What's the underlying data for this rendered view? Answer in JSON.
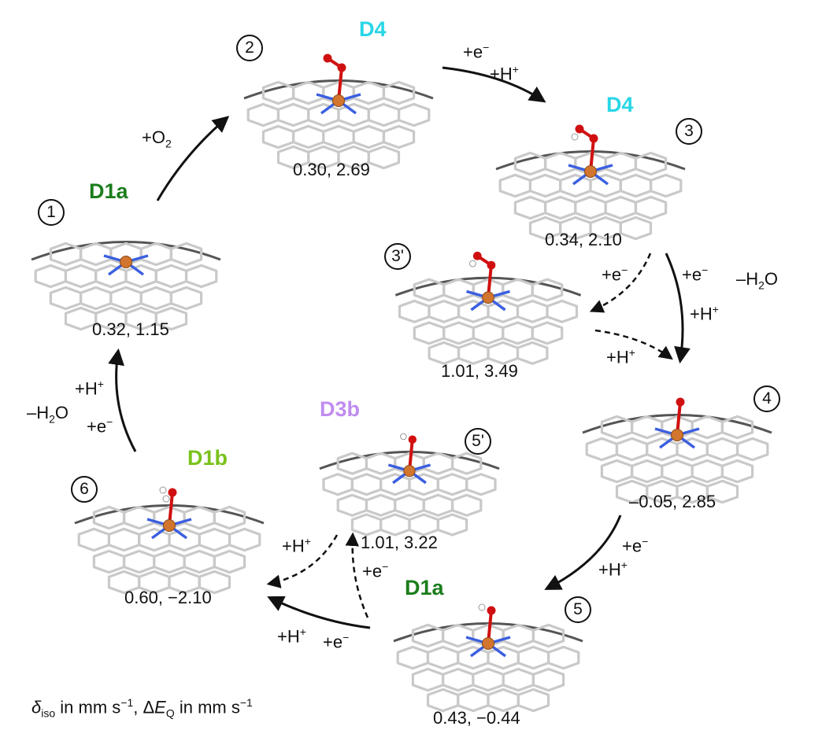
{
  "colors": {
    "iron": "#d2752e",
    "nitrogen": "#3b5fe0",
    "oxygen": "#d01010",
    "hydrogen": "#ffffff",
    "carbon_light": "#c9c9c9",
    "carbon_dark": "#555555",
    "D1a": "#1c7d1c",
    "D1b": "#7ac21c",
    "D4": "#29d6e6",
    "D3b": "#c08cf0"
  },
  "structures": {
    "s1": {
      "number": "1",
      "label": "D1a",
      "values": "0.32, 1.15",
      "ligand": "none"
    },
    "s2": {
      "number": "2",
      "label": "D4",
      "values": "0.30, 2.69",
      "ligand": "O2"
    },
    "s3": {
      "number": "3",
      "label": "D4",
      "values": "0.34, 2.10",
      "ligand": "OOH"
    },
    "s3p": {
      "number": "3'",
      "label": "",
      "values": "1.01, 3.49",
      "ligand": "OOH"
    },
    "s4": {
      "number": "4",
      "label": "",
      "values": "–0.05, 2.85",
      "ligand": "O"
    },
    "s5": {
      "number": "5",
      "label": "D1a",
      "values": "0.43, −0.44",
      "ligand": "OH"
    },
    "s5p": {
      "number": "5'",
      "label": "D3b",
      "values": "1.01, 3.22",
      "ligand": "OH"
    },
    "s6": {
      "number": "6",
      "label": "D1b",
      "values": "0.60, −2.10",
      "ligand": "H2O"
    }
  },
  "arrows": {
    "a12": {
      "text": "+O",
      "sub": "2"
    },
    "a23_e": {
      "text": "+e",
      "sup": "−"
    },
    "a23_h": {
      "text": "+H",
      "sup": "+"
    },
    "a33p_e": {
      "text": "+e",
      "sup": "−"
    },
    "a34_e": {
      "text": "+e",
      "sup": "−"
    },
    "a34_water": {
      "pre": "–H",
      "sub": "2",
      "post": "O"
    },
    "a34_h": {
      "text": "+H",
      "sup": "+"
    },
    "a3p4_h": {
      "text": "+H",
      "sup": "+"
    },
    "a45_e": {
      "text": "+e",
      "sup": "−"
    },
    "a45_h": {
      "text": "+H",
      "sup": "+"
    },
    "a55p_e": {
      "text": "+e",
      "sup": "−"
    },
    "a5p6_h": {
      "text": "+H",
      "sup": "+"
    },
    "a56_h": {
      "text": "+H",
      "sup": "+"
    },
    "a56_e": {
      "text": "+e",
      "sup": "−"
    },
    "a61_h": {
      "text": "+H",
      "sup": "+"
    },
    "a61_water": {
      "pre": "–H",
      "sub": "2",
      "post": "O"
    },
    "a61_e": {
      "text": "+e",
      "sup": "−"
    }
  },
  "legend": {
    "delta": "δ",
    "delta_sub": "iso",
    "part1": " in mm s",
    "unit_sup": "−1",
    "comma": ", Δ",
    "e": "E",
    "e_sub": "Q",
    "part2": " in mm s",
    "unit_sup2": "−1"
  }
}
